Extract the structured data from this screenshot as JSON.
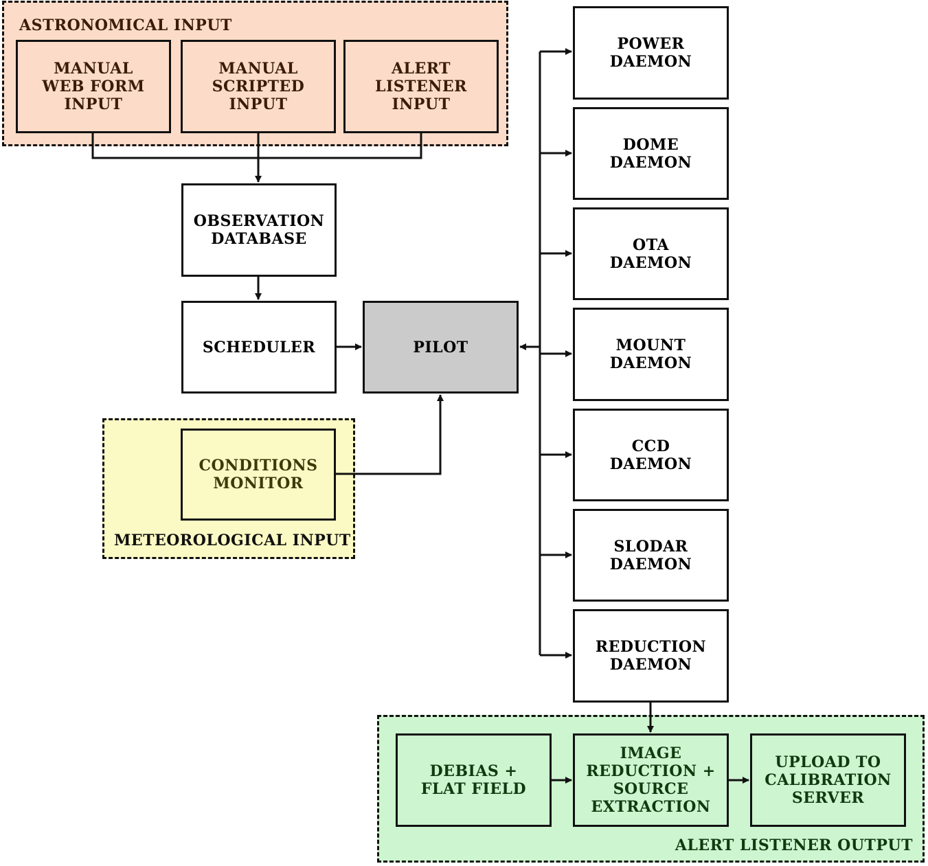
{
  "colors": {
    "astronomical_fill": "#fcdcc8",
    "astronomical_text": "#3a1c08",
    "meteorological_fill": "#fcfac4",
    "meteorological_text": "#3a3a0a",
    "output_fill": "#cdf5cf",
    "output_text": "#0f3a10",
    "pilot_fill": "#cbcbcb",
    "line": "#111111"
  },
  "groups": {
    "astronomical": "ASTRONOMICAL INPUT",
    "meteorological": "METEOROLOGICAL INPUT",
    "alert_output": "ALERT LISTENER OUTPUT"
  },
  "inputs": {
    "web_form": "MANUAL\nWEB FORM\nINPUT",
    "scripted": "MANUAL\nSCRIPTED\nINPUT",
    "alert_listener": "ALERT\nLISTENER\nINPUT"
  },
  "core": {
    "observation_db": "OBSERVATION\nDATABASE",
    "scheduler": "SCHEDULER",
    "pilot": "PILOT",
    "conditions_monitor": "CONDITIONS\nMONITOR"
  },
  "daemons": [
    "POWER\nDAEMON",
    "DOME\nDAEMON",
    "OTA\nDAEMON",
    "MOUNT\nDAEMON",
    "CCD\nDAEMON",
    "SLODAR\nDAEMON",
    "REDUCTION\nDAEMON"
  ],
  "outputs": {
    "debias": "DEBIAS +\nFLAT FIELD",
    "image_reduction": "IMAGE\nREDUCTION +\nSOURCE\nEXTRACTION",
    "upload": "UPLOAD TO\nCALIBRATION\nSERVER"
  }
}
